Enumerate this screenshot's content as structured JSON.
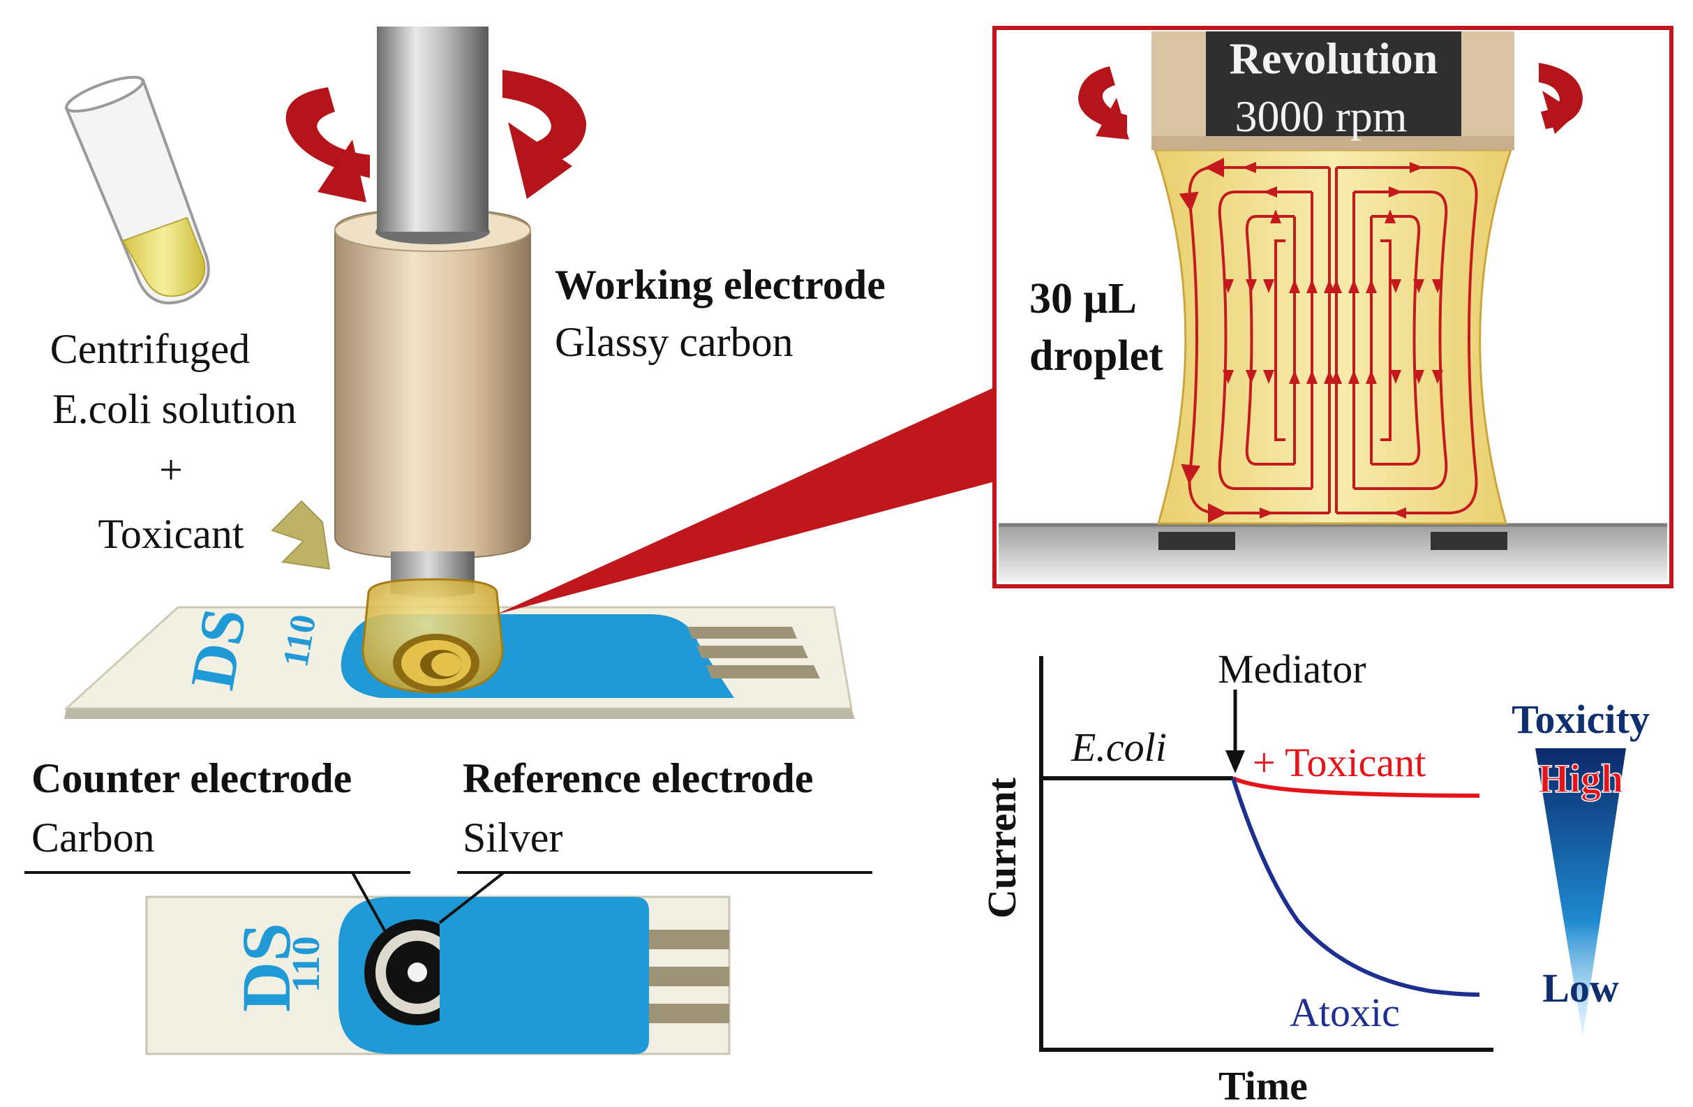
{
  "labels": {
    "sample_line1": "Centrifuged",
    "sample_line2": "E.coli solution",
    "sample_plus": "+",
    "sample_line3": "Toxicant",
    "working_title": "Working electrode",
    "working_sub": "Glassy carbon",
    "counter_title": "Counter electrode",
    "counter_sub": "Carbon",
    "reference_title": "Reference electrode",
    "reference_sub": "Silver",
    "strip_brand": "DS",
    "strip_model": "110"
  },
  "inset": {
    "revolution_label": "Revolution",
    "rpm_label": "3000 rpm",
    "droplet_line1": "30 μL",
    "droplet_line2": "droplet",
    "border_color": "#c0171d"
  },
  "graph": {
    "mediator_label": "Mediator",
    "ecoli_label": "E.coli",
    "toxicant_label": "+ Toxicant",
    "atoxic_label": "Atoxic",
    "y_axis_label": "Current",
    "x_axis_label": "Time",
    "toxicity_title": "Toxicity",
    "high_label": "High",
    "low_label": "Low",
    "toxicant_color": "#e4141b",
    "atoxic_color": "#1f2f8f"
  },
  "colors": {
    "strip_blue": "#1f9ad6",
    "arrow_red": "#b5141a",
    "holder_tan": "#e3ccab",
    "droplet_yellow": "#f3dd86"
  }
}
